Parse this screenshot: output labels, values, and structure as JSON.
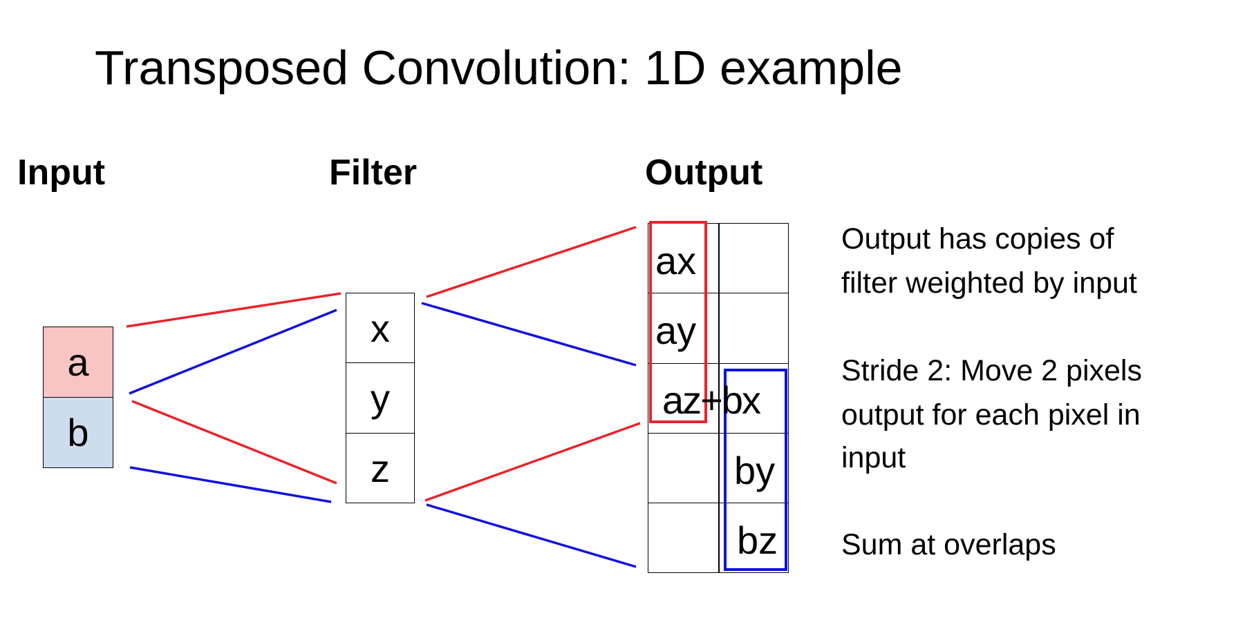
{
  "title": "Transposed Convolution: 1D example",
  "headers": {
    "input": "Input",
    "filter": "Filter",
    "output": "Output"
  },
  "input": [
    "a",
    "b"
  ],
  "filter": [
    "x",
    "y",
    "z"
  ],
  "output": [
    "ax",
    "ay",
    "az+bx",
    "by",
    "bz"
  ],
  "notes": [
    "Output has copies of",
    "filter weighted by input",
    "Stride 2: Move 2 pixels",
    "output for each pixel in",
    "input",
    "Sum at overlaps"
  ],
  "colors": {
    "a_fill": "#f8c4c4",
    "b_fill": "#cfdcee",
    "red": "#e8232a",
    "blue": "#1010e0"
  }
}
